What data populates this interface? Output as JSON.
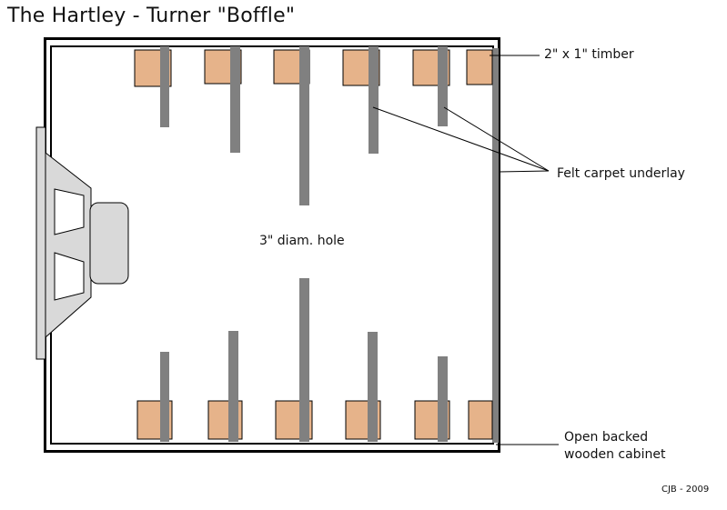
{
  "title": "The Hartley - Turner \"Boffle\"",
  "labels": {
    "timber": "2\" x 1\" timber",
    "felt": "Felt carpet underlay",
    "hole": "3\" diam. hole",
    "cabinet_line1": "Open backed",
    "cabinet_line2": "wooden cabinet"
  },
  "credit": "CJB - 2009",
  "colors": {
    "timber": "#e6b38a",
    "felt": "#808080",
    "cabinet": "#000000",
    "speaker": "#d9d9d9"
  }
}
